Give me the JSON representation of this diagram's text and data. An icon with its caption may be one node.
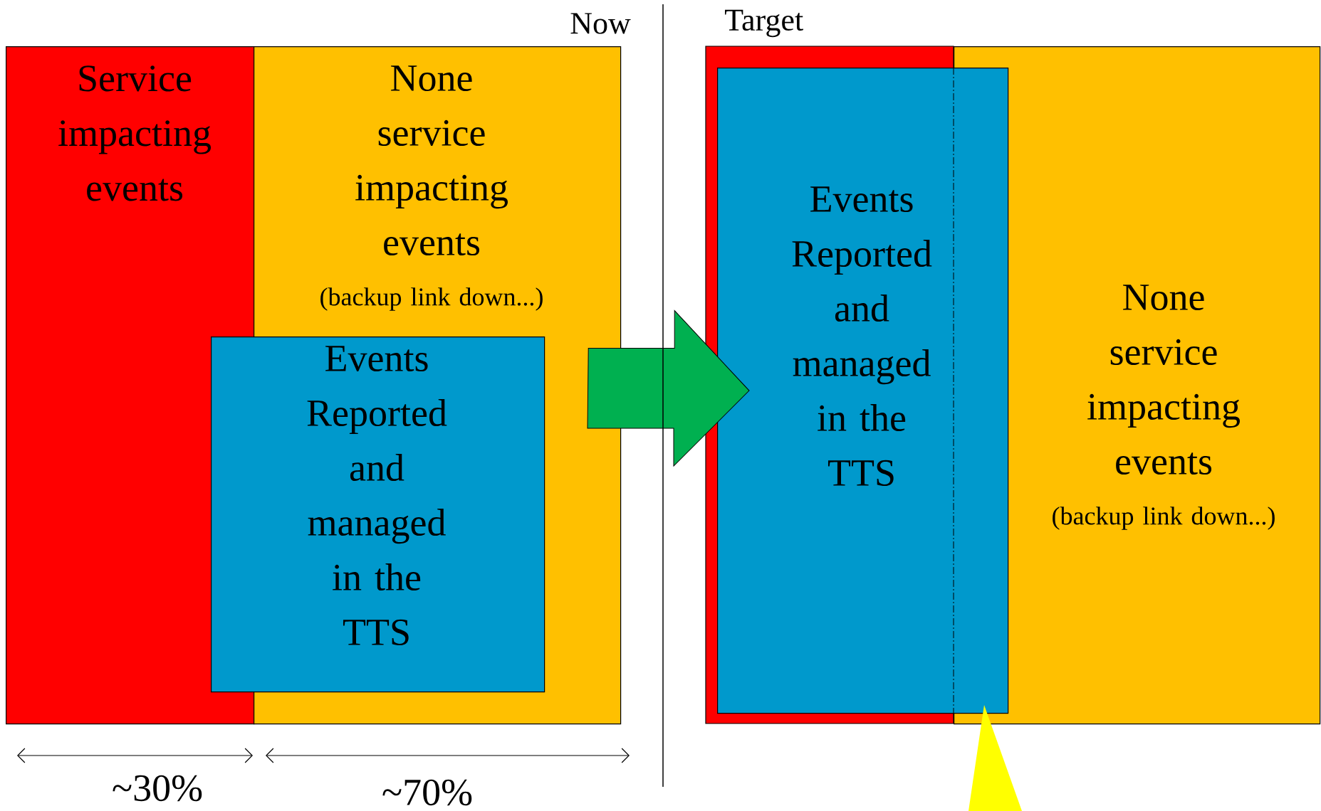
{
  "diagram": {
    "nodes": [
      {
        "text": [
          "Service impacting events"
        ]
      },
      {
        "text": [
          "None service impacting events",
          "(backup link down...)"
        ]
      },
      {
        "text": [
          "Events Reported and managed in the TTS"
        ]
      },
      {
        "text": [
          "None service impacting events",
          "(backup link down...)"
        ]
      },
      {
        "text": [
          "Events Reported and managed in the TTS"
        ]
      },
      {
        "text": [],
        "shape": "triangle"
      }
    ],
    "edges": [
      {
        "from": 1,
        "to": 4,
        "arrow": "to",
        "style": "thick",
        "color": "#00b050"
      }
    ],
    "labels": [
      "Now",
      "Target",
      "~30%",
      "~70%"
    ]
  }
}
